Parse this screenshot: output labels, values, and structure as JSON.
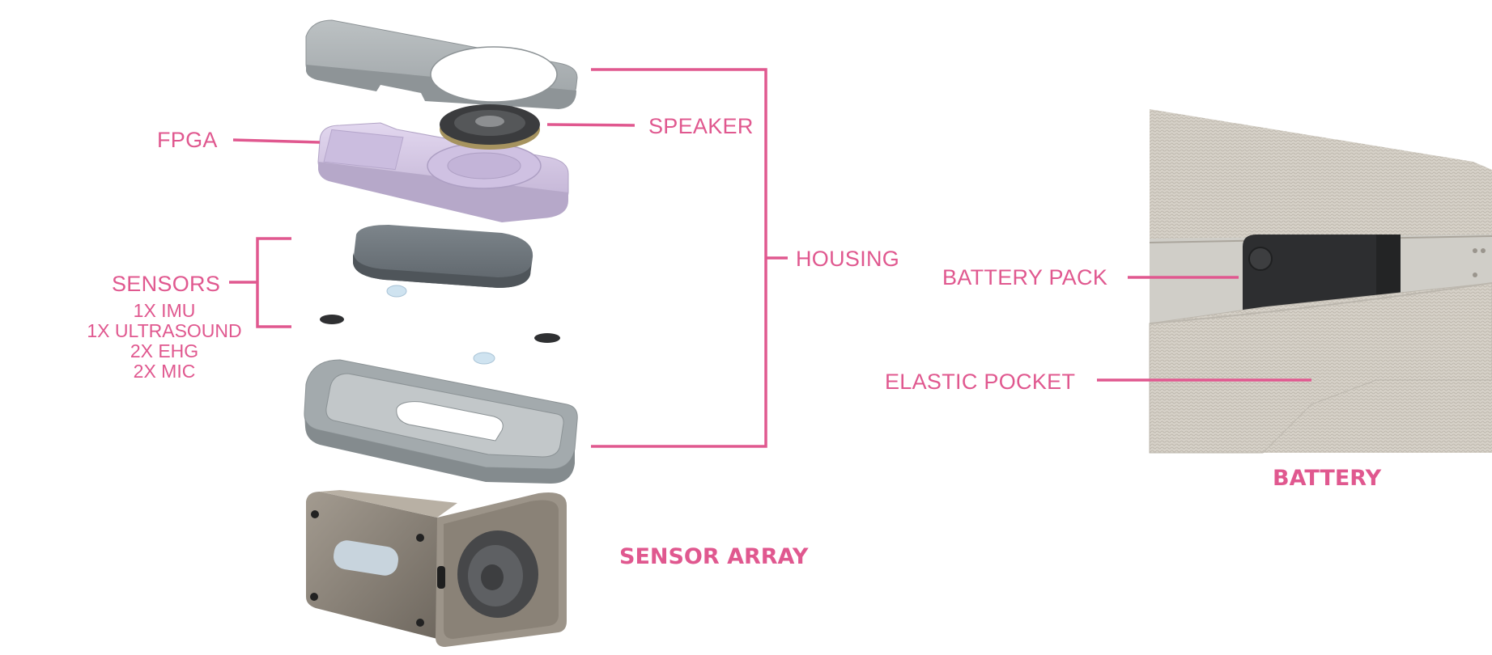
{
  "labels": {
    "fpga": "FPGA",
    "speaker": "SPEAKER",
    "housing": "HOUSING",
    "sensors": "SENSORS",
    "sensor_list": [
      "1X IMU",
      "1X ULTRASOUND",
      "2X EHG",
      "2X MIC"
    ],
    "battery_pack": "BATTERY PACK",
    "elastic_pocket": "ELASTIC POCKET"
  },
  "captions": {
    "sensor_array": "SENSOR ARRAY",
    "battery": "BATTERY"
  },
  "colors": {
    "accent": "#e0588f",
    "housing_gray": "#a9b0b3",
    "fpga_purple": "#d4c6e6",
    "device_metal": "#8f877c",
    "fabric": "#d9d5ce",
    "battery_black": "#2d2e30"
  }
}
